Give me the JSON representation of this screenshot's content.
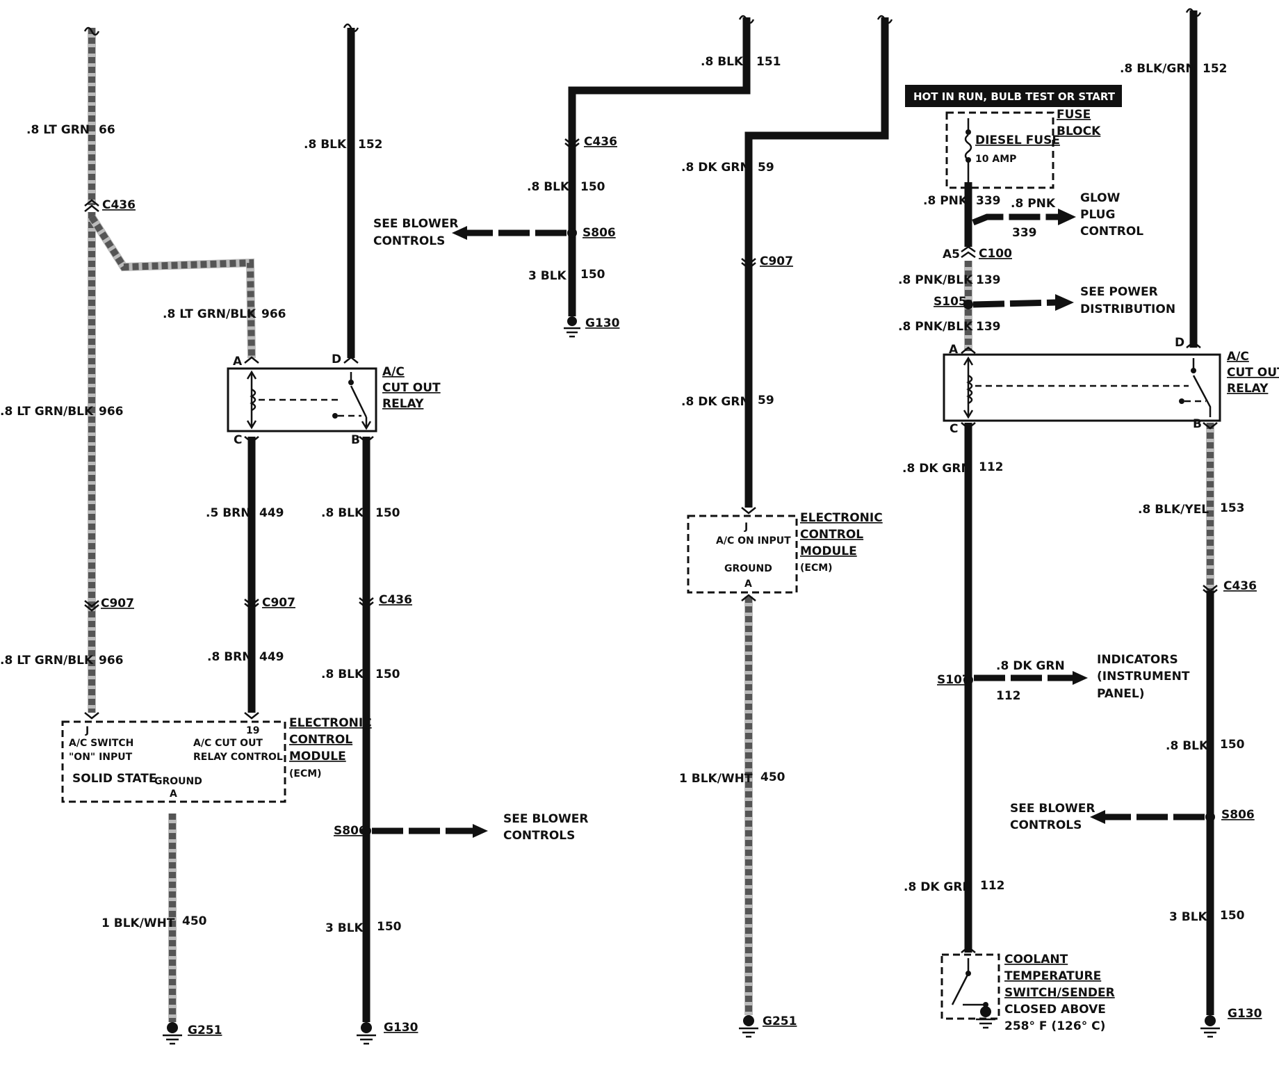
{
  "labels": {
    "w66_gauge": ".8 LT GRN",
    "w66_num": "66",
    "c436": "C436",
    "c907": "C907",
    "c100": "C100",
    "w966_gauge": ".8 LT GRN/BLK",
    "w966_num": "966",
    "blk_08": ".8 BLK",
    "blk_3": "3 BLK",
    "n152": "152",
    "n150": "150",
    "n151": "151",
    "n153": "153",
    "relay_line1": "A/C",
    "relay_line2": "CUT OUT",
    "relay_line3": "RELAY",
    "pin_a": "A",
    "pin_b": "B",
    "pin_c": "C",
    "pin_d": "D",
    "pin_j": "J",
    "pin_19": "19",
    "pin_a5": "A5",
    "brn_05": ".5 BRN",
    "brn_08": ".8 BRN",
    "n449": "449",
    "ecm_line1": "ELECTRONIC",
    "ecm_line2": "CONTROL",
    "ecm_line3": "MODULE",
    "ecm_line4": "(ECM)",
    "ecm1_acswitch": "A/C SWITCH",
    "ecm1_on": "\"ON\" INPUT",
    "ecm1_cutout": "A/C CUT OUT",
    "ecm1_relayctl": "RELAY CONTROL",
    "ecm1_solid": "SOLID STATE",
    "ground": "GROUND",
    "blkwht_1": "1 BLK/WHT",
    "n450": "450",
    "g251": "G251",
    "g130": "G130",
    "s806": "S806",
    "s105": "S105",
    "s107": "S107",
    "see_blower1": "SEE BLOWER",
    "see_blower2": "CONTROLS",
    "dkgrn_08": ".8 DK GRN",
    "n59": "59",
    "ecm2_acon": "A/C ON INPUT",
    "hot_run": "HOT IN RUN, BULB TEST OR START",
    "fuse_block1": "FUSE",
    "fuse_block2": "BLOCK",
    "diesel_fuse": "DIESEL FUSE",
    "amp10": "10 AMP",
    "pnk_08": ".8 PNK",
    "n339": "339",
    "glow1": "GLOW",
    "glow2": "PLUG",
    "glow3": "CONTROL",
    "pnkblk_08": ".8 PNK/BLK",
    "n139": "139",
    "seepower1": "SEE POWER",
    "seepower2": "DISTRIBUTION",
    "blkgrn_08": ".8 BLK/GRN",
    "blkyel_08": ".8 BLK/YEL",
    "n112": "112",
    "ind1": "INDICATORS",
    "ind2": "(INSTRUMENT",
    "ind3": "PANEL)",
    "cool1": "COOLANT",
    "cool2": "TEMPERATURE",
    "cool3": "SWITCH/SENDER",
    "cool4": "CLOSED ABOVE",
    "cool5": "258° F (126° C)"
  }
}
